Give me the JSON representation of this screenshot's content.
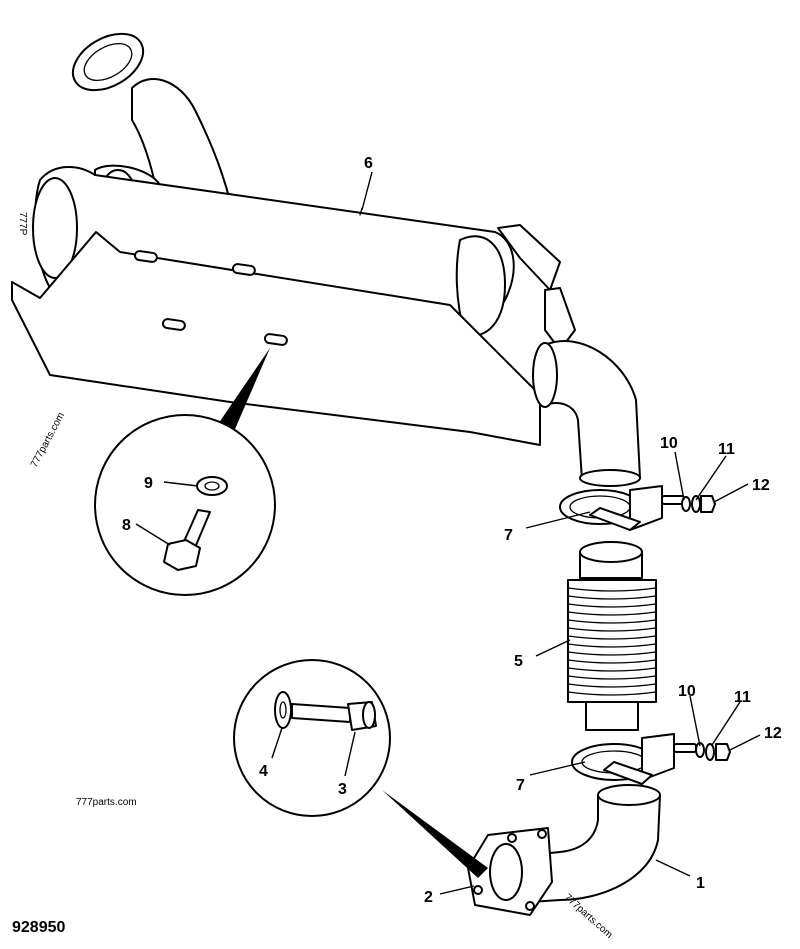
{
  "drawing_number": "928950",
  "watermark": "777parts.com",
  "watermark_edge": "777P",
  "callouts": {
    "c1": "1",
    "c2": "2",
    "c3": "3",
    "c4": "4",
    "c5": "5",
    "c6": "6",
    "c7a": "7",
    "c7b": "7",
    "c8": "8",
    "c9": "9",
    "c10a": "10",
    "c10b": "10",
    "c11a": "11",
    "c11b": "11",
    "c12a": "12",
    "c12b": "12"
  }
}
